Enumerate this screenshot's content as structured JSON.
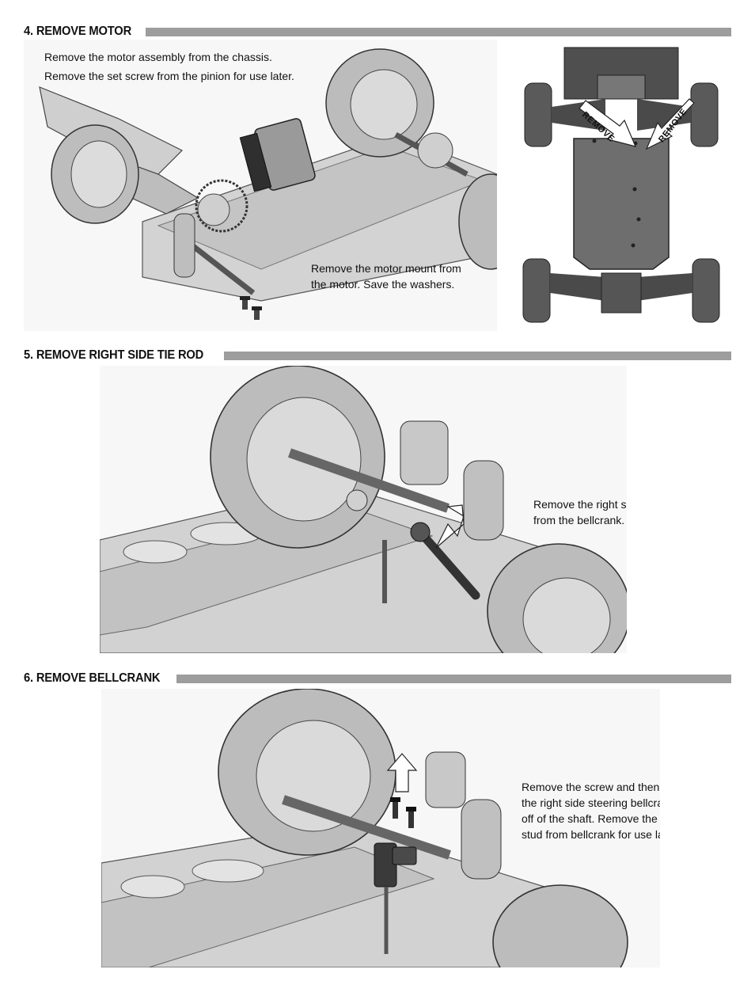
{
  "steps": [
    {
      "title": "4. REMOVE MOTOR",
      "captions": [
        [
          "Remove the motor assembly from the chassis.",
          "Remove the set screw from the pinion for use later."
        ],
        [
          "Remove the motor mount from",
          "the motor. Save the washers."
        ]
      ],
      "callouts": [
        "REMOVE",
        "REMOVE"
      ]
    },
    {
      "title": "5. REMOVE RIGHT SIDE TIE ROD",
      "captions": [
        [
          "Remove the right side tie rod",
          "from the bellcrank."
        ]
      ]
    },
    {
      "title": "6. REMOVE BELLCRANK",
      "captions": [
        [
          "Remove the screw and then slide",
          "the right side steering bellcrank",
          "off of the shaft. Remove the ball",
          "stud from bellcrank for use later."
        ]
      ]
    }
  ],
  "colors": {
    "header_bar": "#9d9d9d",
    "part_fill": "#c9c9c9",
    "part_dark": "#4a4a4a",
    "highlight_part": "#3a3a3a"
  }
}
